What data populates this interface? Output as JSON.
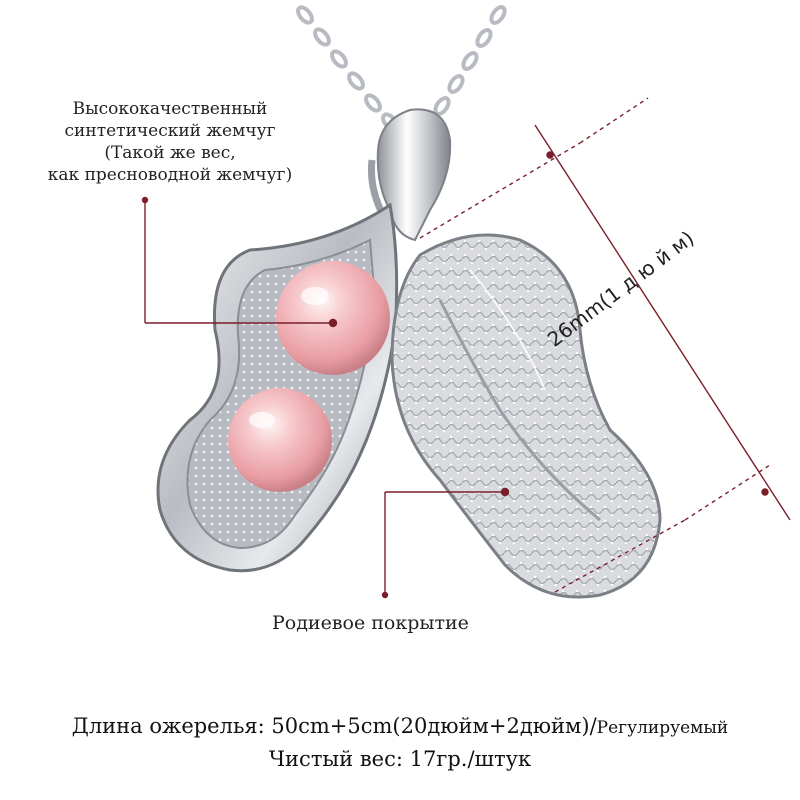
{
  "labels": {
    "pearl": [
      "Высококачественный",
      "синтетический жемчуг",
      "(Такой же вес,",
      "как пресноводной жемчуг)"
    ],
    "rhodium": "Родиевое покрытие",
    "dimension": "26mm(1 д ю й м)"
  },
  "specs": {
    "length_label": "Длина ожерелья:",
    "length_value": "50cm+5cm(20дюйм+2дюйм)/",
    "adjustable": "Регулируемый",
    "weight_label": "Чистый вес:",
    "weight_value": "17гр./штук"
  },
  "colors": {
    "leader_line": "#7a1f2b",
    "pearl": "#f2b6b9",
    "silver": "#c9ccd1",
    "text": "#222222"
  }
}
